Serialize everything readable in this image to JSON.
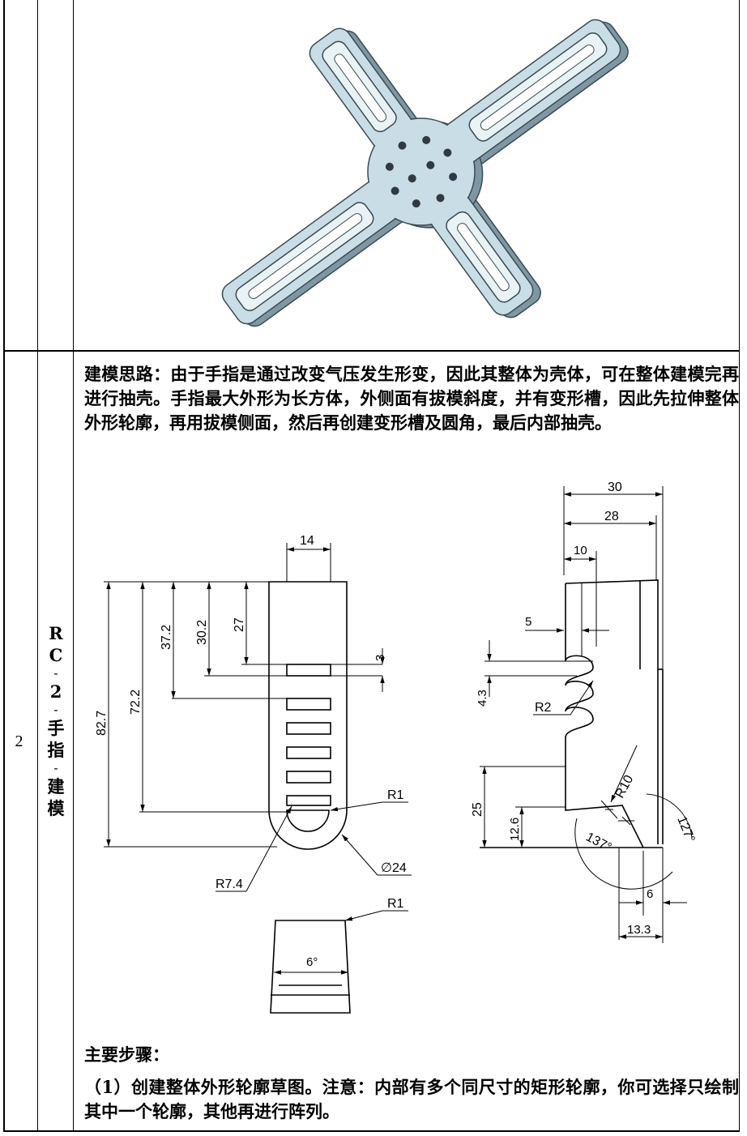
{
  "row2": {
    "number": "2",
    "label_chars": [
      "R",
      "C",
      "-",
      "2",
      "-",
      "手",
      "指",
      "-",
      "建",
      "模"
    ],
    "intro": "建模思路：由于手指是通过改变气压发生形变，因此其整体为壳体，可在整体建模完再进行抽壳。手指最大外形为长方体，外侧面有拔模斜度，并有变形槽，因此先拉伸整体外形轮廓，再用拔模侧面，然后再创建变形槽及圆角，最后内部抽壳。",
    "steps_title": "主要步骤：",
    "step1": "（1）创建整体外形轮廓草图。注意：内部有多个同尺寸的矩形轮廓，你可选择只绘制其中一个轮廓，其他再进行阵列。"
  },
  "drawing": {
    "front": {
      "width": "14",
      "d1": "82.7",
      "d2": "72.2",
      "d3": "37.2",
      "d4": "30.2",
      "d5": "27",
      "d6": "3",
      "r1": "R1",
      "r74": "R7.4",
      "dia": "∅24"
    },
    "side": {
      "d30": "30",
      "d28": "28",
      "d10": "10",
      "d5": "5",
      "d43": "4.3",
      "r2": "R2",
      "r10": "R10",
      "d25": "25",
      "d126": "12.6",
      "a137": "137°",
      "a127": "127°",
      "d6": "6",
      "d133": "13.3"
    },
    "bottom": {
      "r1": "R1",
      "angle": "6°"
    }
  },
  "colors": {
    "model_fill": "#c9dde6",
    "model_edge": "#3a4a52",
    "model_dark": "#8aa4b0"
  }
}
